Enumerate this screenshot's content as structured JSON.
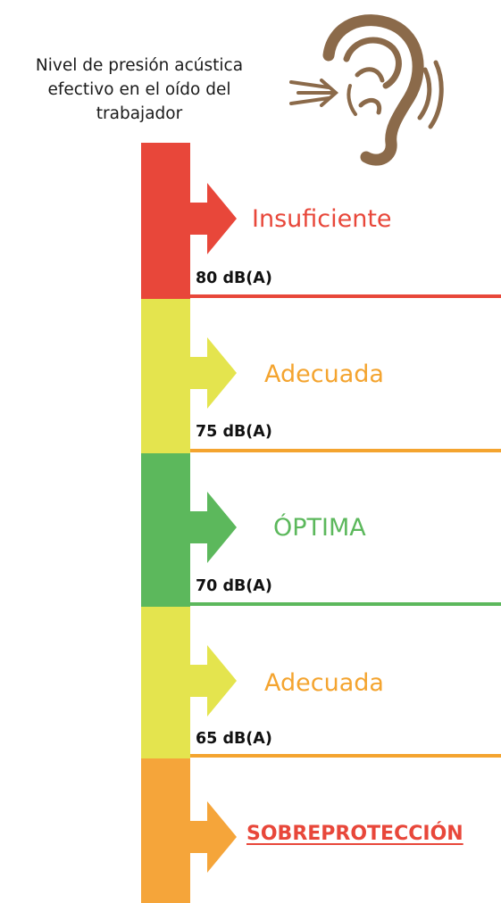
{
  "header": {
    "line_1": "Nivel de presión acústica",
    "line_2": "efectivo en el oído del",
    "line_3": "trabajador"
  },
  "levels": [
    {
      "name": "Insuficiente",
      "color": "#e8473a",
      "threshold": "80 dB(A)"
    },
    {
      "name": "Adecuada",
      "color": "#f4a42f",
      "bar_color": "#e4e44e",
      "threshold": "75 dB(A)"
    },
    {
      "name": "ÓPTIMA",
      "color": "#5cb85c",
      "threshold": "70 dB(A)"
    },
    {
      "name": "Adecuada",
      "color": "#f4a42f",
      "bar_color": "#e4e44e",
      "threshold": "65 dB(A)"
    },
    {
      "name": "SOBREPROTECCIÓN",
      "color": "#e8473a",
      "bar_color": "#f5a53a"
    }
  ],
  "ear_icon": "ear-icon",
  "ear_color": "#8b6a4a"
}
